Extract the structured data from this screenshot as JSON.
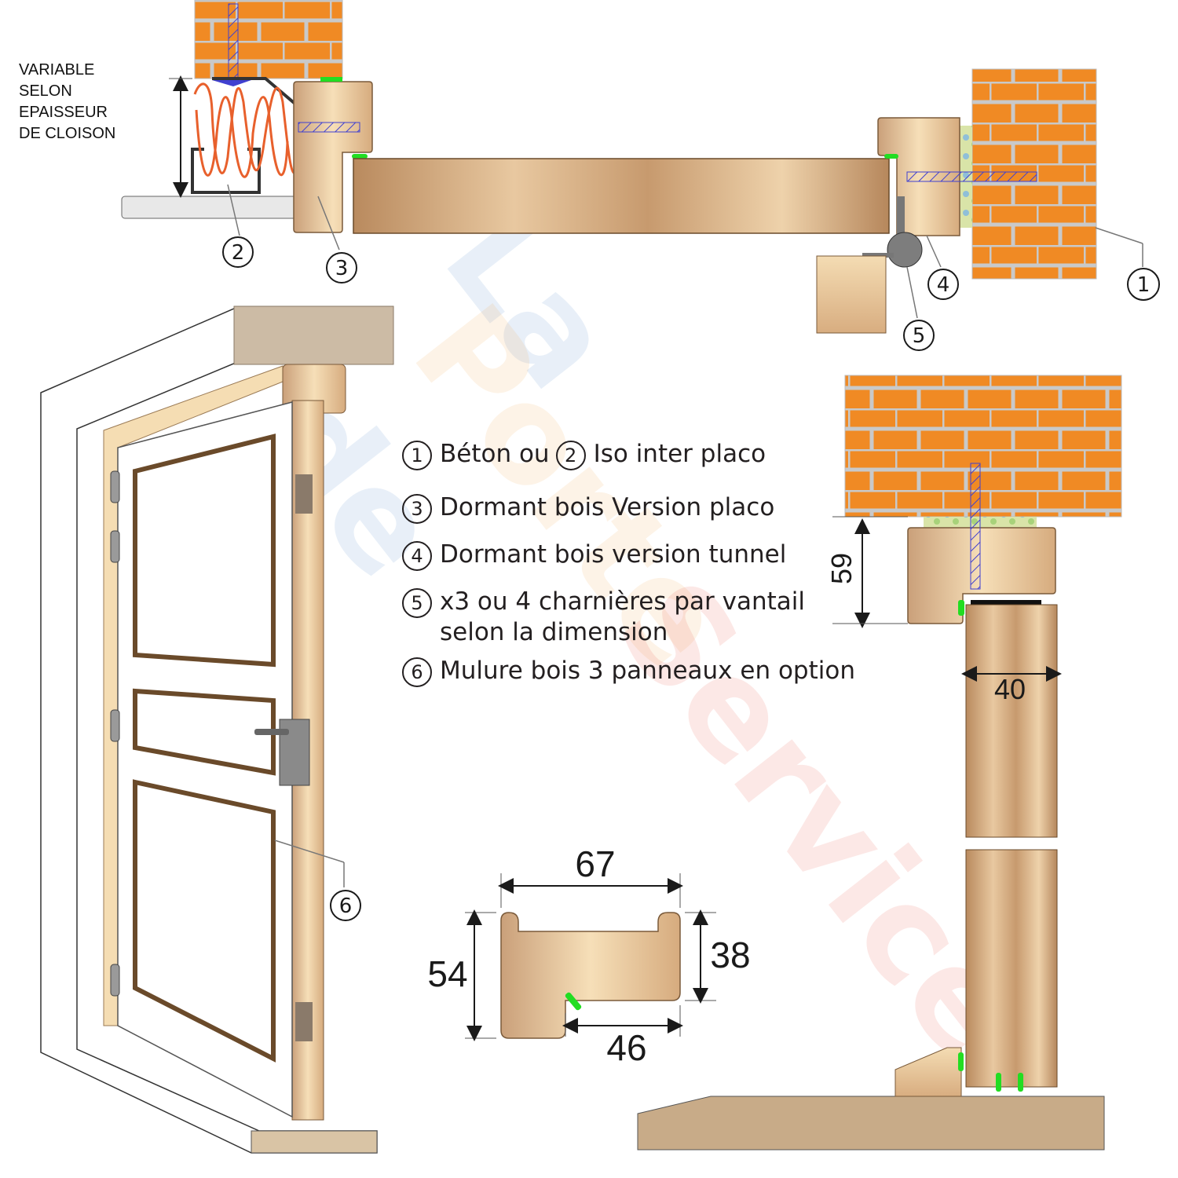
{
  "note_variable": [
    "VARIABLE",
    "SELON",
    "EPAISSEUR",
    "DE CLOISON"
  ],
  "watermark": {
    "line1": "La",
    "line2": "Porte",
    "line3": "de",
    "line4": "Service"
  },
  "legend": [
    {
      "num": "1",
      "text": "Béton ou",
      "num2": "2",
      "text2": "Iso inter placo"
    },
    {
      "num": "3",
      "text": "Dormant bois Version placo"
    },
    {
      "num": "4",
      "text": "Dormant bois version tunnel"
    },
    {
      "num": "5",
      "text": "x3 ou 4 charnières par vantail",
      "text_line2": "selon la dimension"
    },
    {
      "num": "6",
      "text": "Mulure bois 3 panneaux en option"
    }
  ],
  "callouts": [
    "1",
    "2",
    "3",
    "4",
    "5",
    "6"
  ],
  "dimensions": {
    "profile_width": "67",
    "profile_height": "54",
    "profile_rebate_height": "38",
    "profile_rebate_width": "46",
    "frame_depth": "59",
    "door_thickness": "40"
  },
  "colors": {
    "brick": "#f08a24",
    "mortar": "#c9c9c9",
    "wood_light": "#f3d9ad",
    "wood_mid": "#d9a877",
    "wood_dark": "#b98a5e",
    "screw": "#4040d0",
    "seal": "#22dd22",
    "insulation": "#e8602c",
    "floor": "#c8ab88",
    "wall_top": "#ccbba5"
  }
}
